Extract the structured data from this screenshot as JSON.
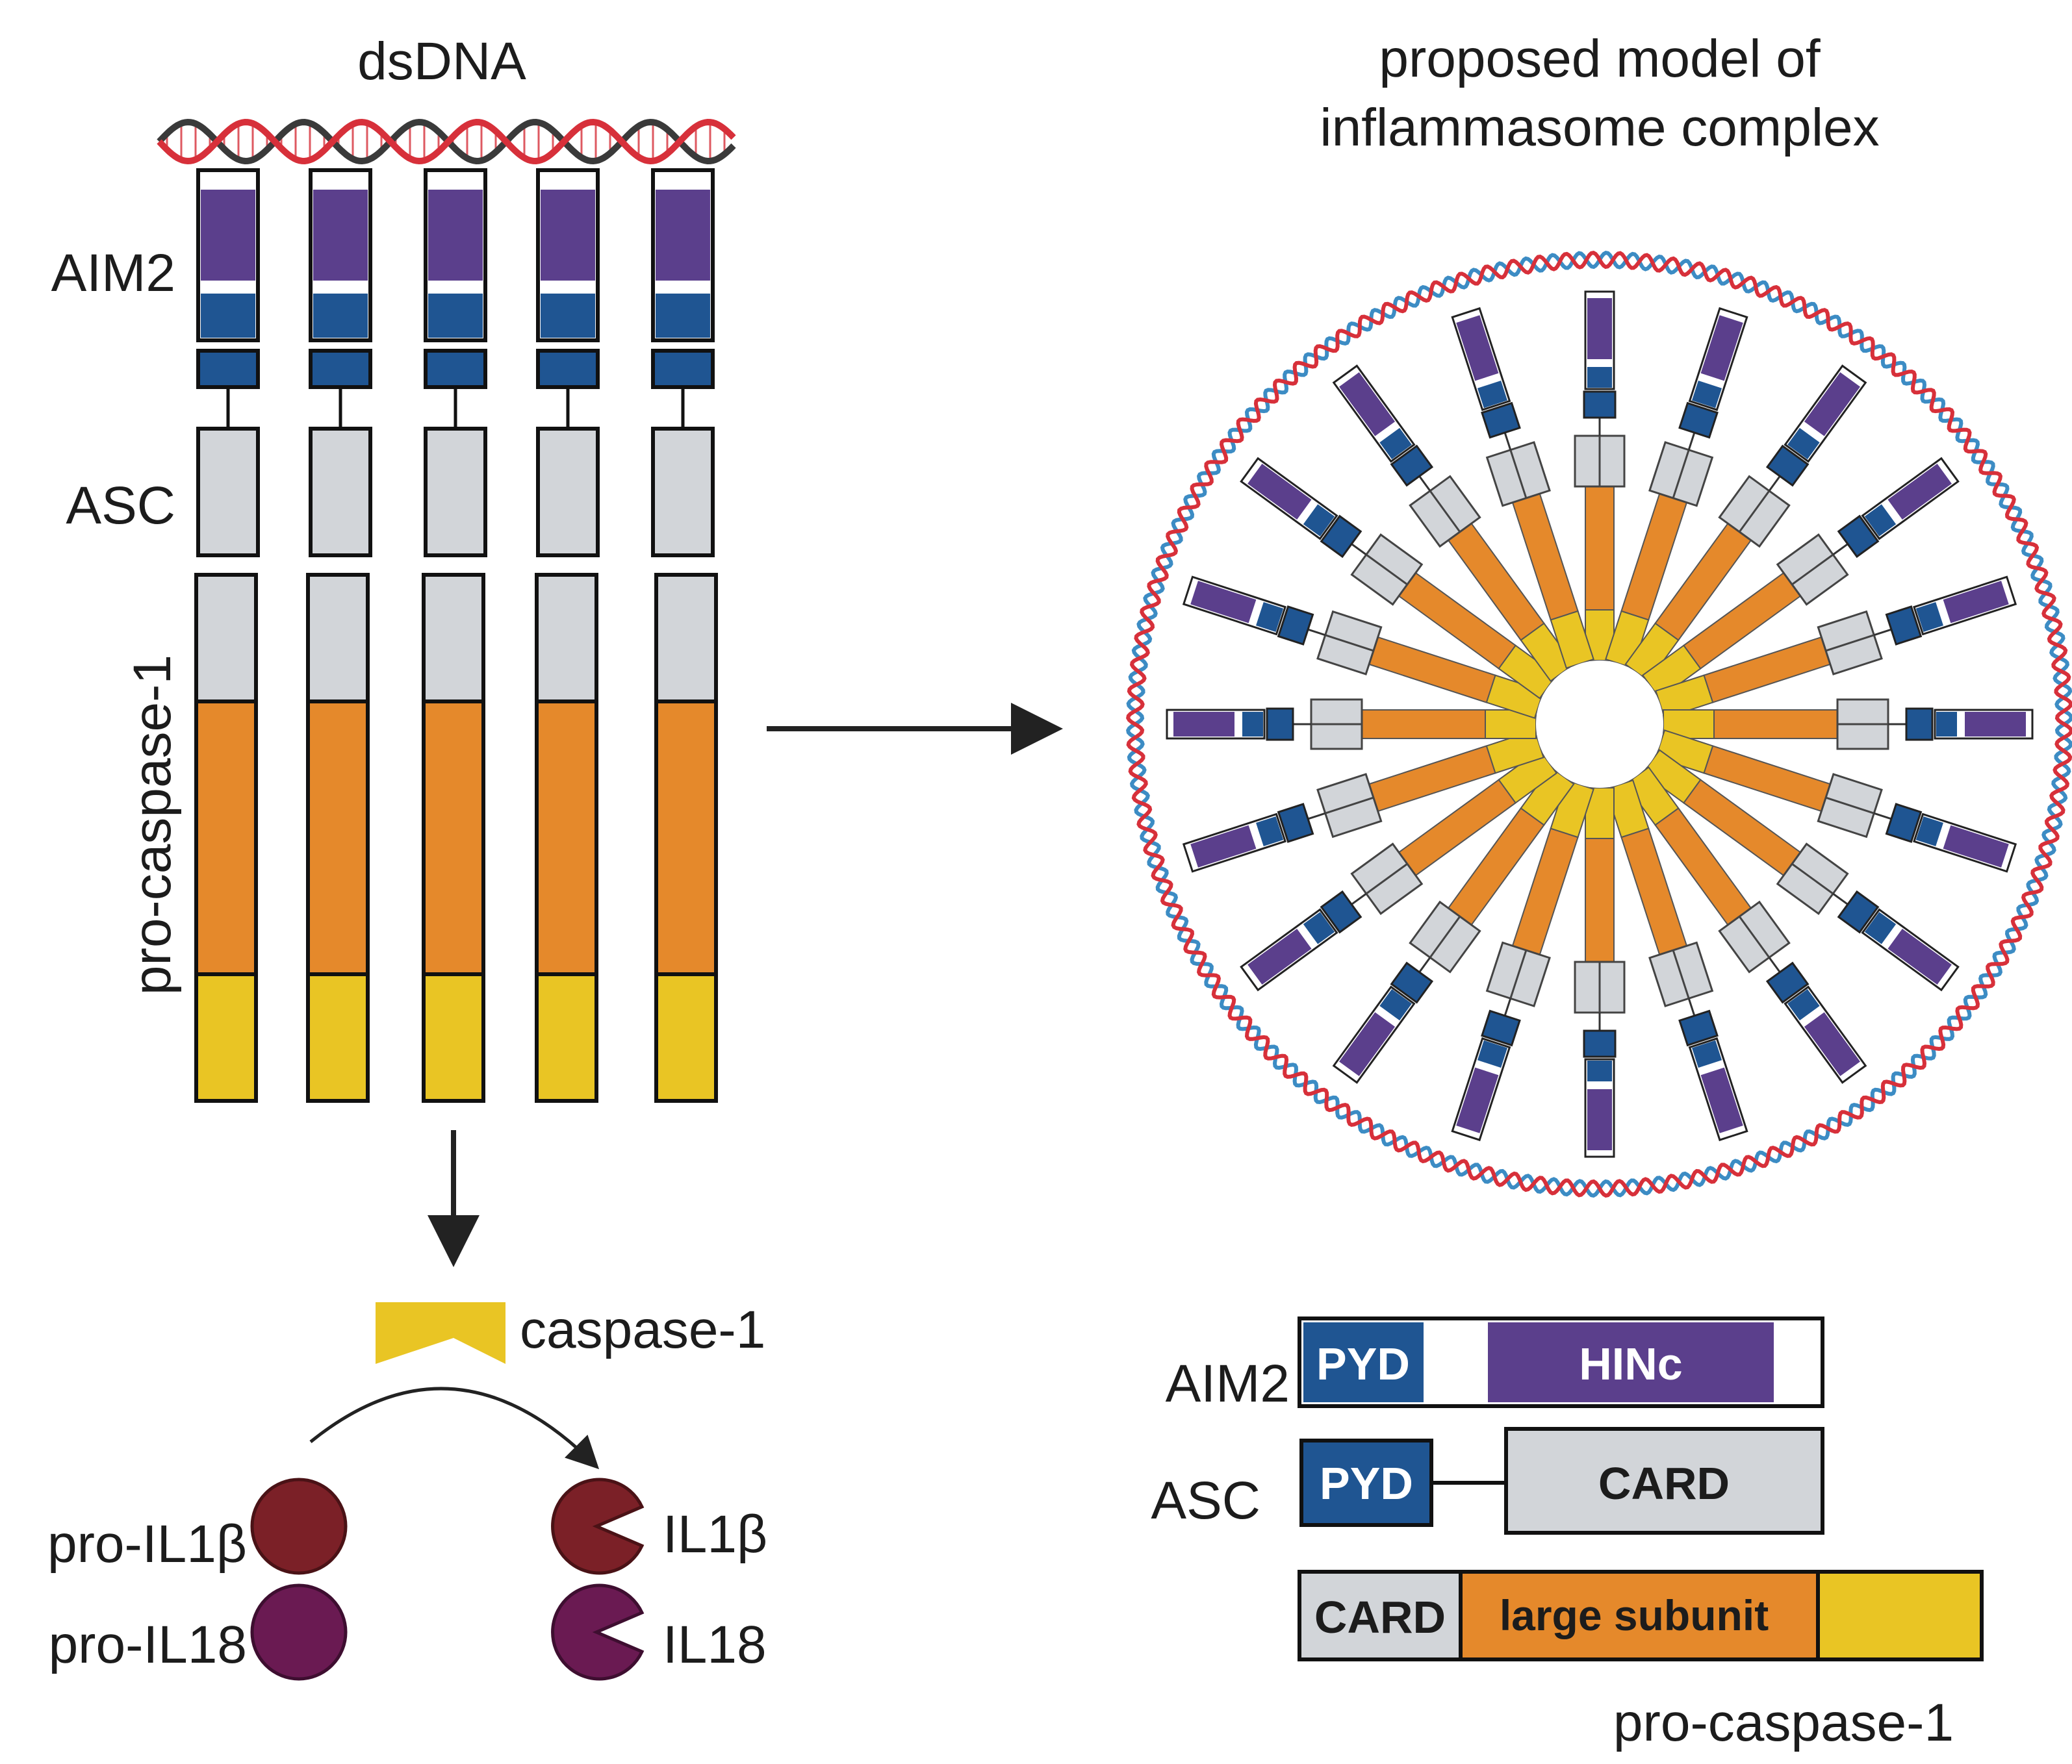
{
  "left_panel": {
    "title": "dsDNA",
    "label_aim2": "AIM2",
    "label_asc": "ASC",
    "label_procaspase": "pro-caspase-1",
    "column_count": 5
  },
  "right_panel": {
    "title_line1": "proposed model of",
    "title_line2": "inflammasome complex",
    "spoke_count": 20
  },
  "cleavage": {
    "enzyme_label": "caspase-1",
    "substrates": [
      {
        "pro_label": "pro-IL1β",
        "mature_label": "IL1β",
        "color": "#7b2027"
      },
      {
        "pro_label": "pro-IL18",
        "mature_label": "IL18",
        "color": "#6a1a52"
      }
    ]
  },
  "legend": {
    "aim2": {
      "label": "AIM2",
      "domain1": "PYD",
      "domain2": "HINc"
    },
    "asc": {
      "label": "ASC",
      "domain1": "PYD",
      "domain2": "CARD"
    },
    "procaspase": {
      "label": "pro-caspase-1",
      "domain1": "CARD",
      "domain2": "large subunit"
    }
  },
  "colors": {
    "purple": "#5b3f8c",
    "blue": "#1f5592",
    "gray": "#d2d5d9",
    "orange": "#e5892b",
    "yellow": "#e9c524",
    "dna_red": "#d7303a",
    "dna_dark": "#3a3a3a",
    "dna_blue": "#3c8cc4"
  }
}
